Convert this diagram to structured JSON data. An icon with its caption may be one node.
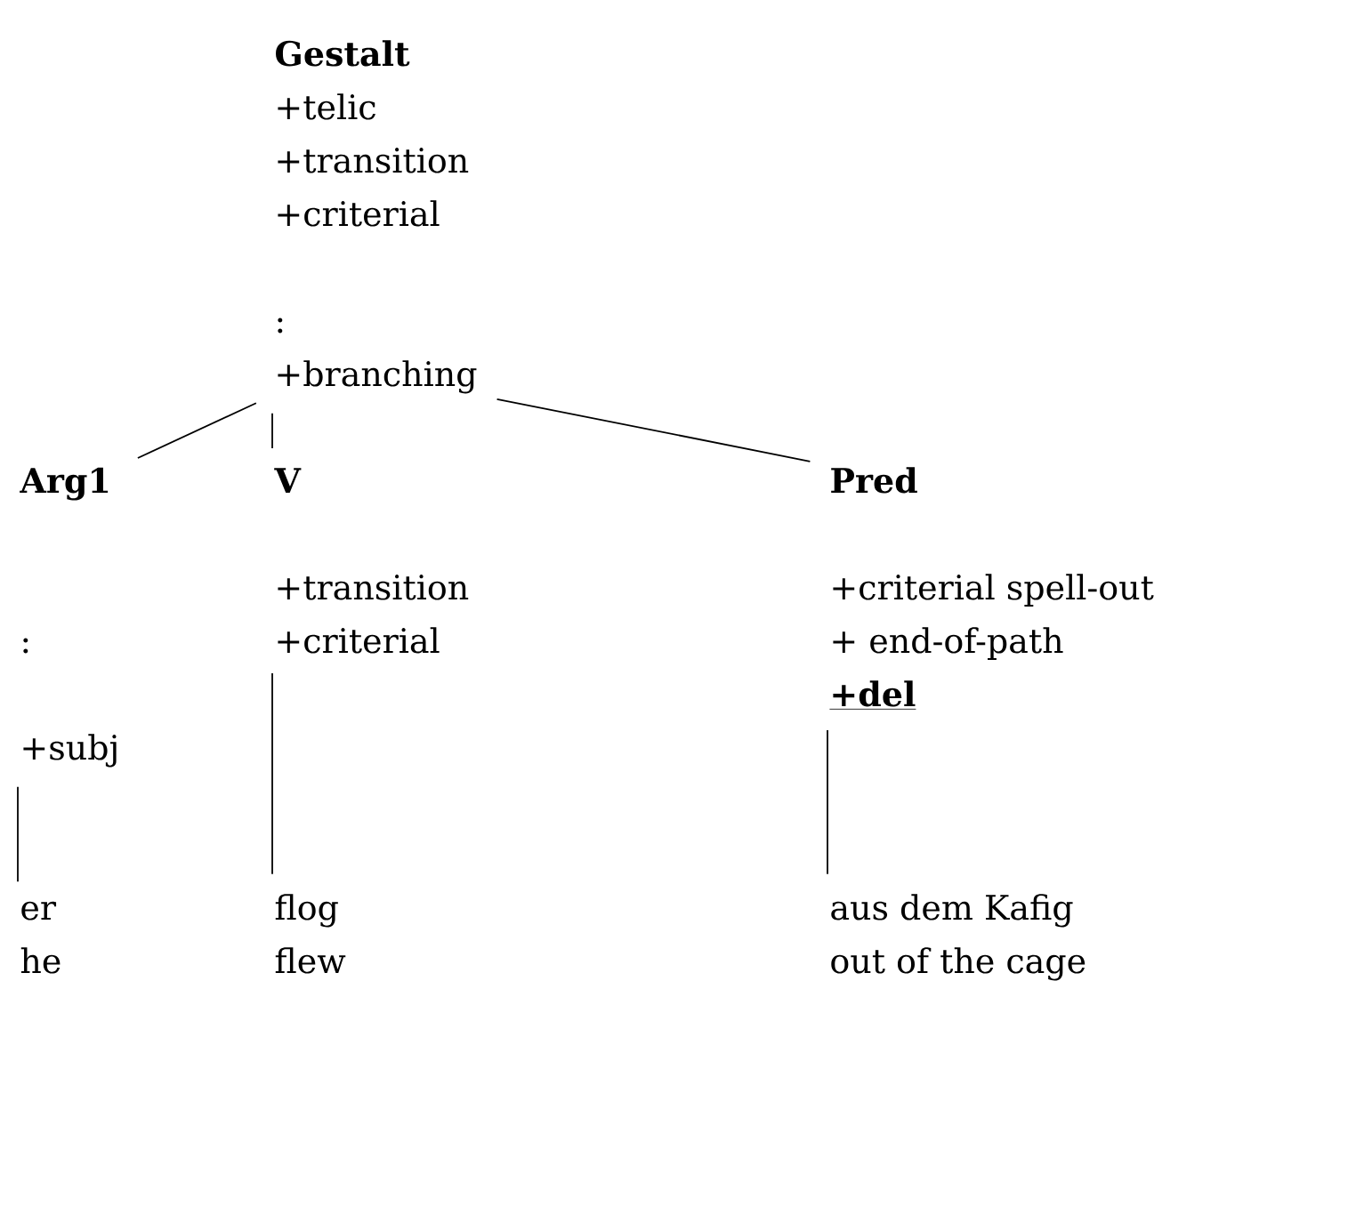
{
  "diagram": {
    "nodes": [
      {
        "text": [
          "Gestalt",
          "+telic",
          "+transition",
          "+criterial",
          ":",
          "+branching"
        ]
      },
      {
        "text": [
          "Arg1",
          ":",
          "+subj"
        ]
      },
      {
        "text": [
          "V",
          "+transition",
          "+criterial"
        ]
      },
      {
        "text": [
          "Pred",
          "+criterial spell-out",
          "+ end-of-path",
          "+del"
        ]
      },
      {
        "text": [
          "er",
          "he"
        ]
      },
      {
        "text": [
          "flog",
          "flew"
        ]
      },
      {
        "text": [
          "aus dem Kafig",
          "out of the cage"
        ]
      }
    ],
    "edges": [
      {
        "from": 0,
        "to": 1,
        "arrow": "none"
      },
      {
        "from": 0,
        "to": 2,
        "arrow": "none"
      },
      {
        "from": 0,
        "to": 3,
        "arrow": "none"
      },
      {
        "from": 1,
        "to": 4,
        "arrow": "none"
      },
      {
        "from": 2,
        "to": 5,
        "arrow": "none"
      },
      {
        "from": 3,
        "to": 6,
        "arrow": "none"
      }
    ]
  }
}
